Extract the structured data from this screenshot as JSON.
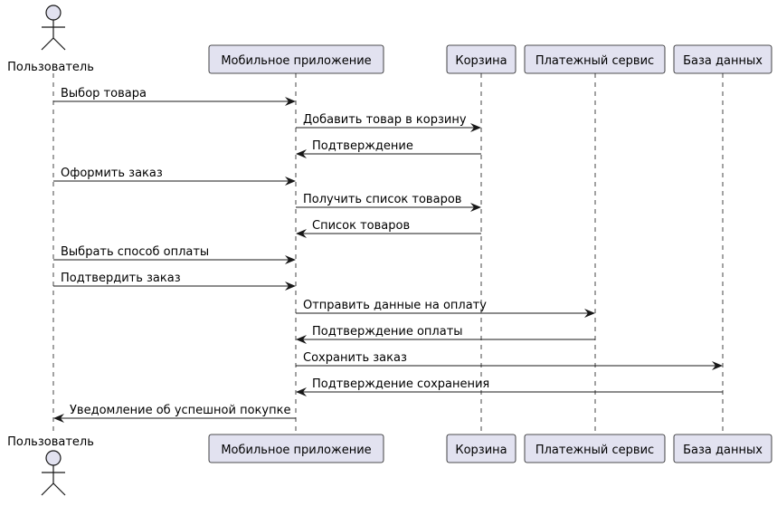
{
  "participants": [
    {
      "id": "user",
      "label": "Пользователь",
      "kind": "actor"
    },
    {
      "id": "app",
      "label": "Мобильное приложение",
      "kind": "box"
    },
    {
      "id": "cart",
      "label": "Корзина",
      "kind": "box"
    },
    {
      "id": "payment",
      "label": "Платежный сервис",
      "kind": "box"
    },
    {
      "id": "db",
      "label": "База данных",
      "kind": "box"
    }
  ],
  "messages": [
    {
      "from": "user",
      "to": "app",
      "label": "Выбор товара"
    },
    {
      "from": "app",
      "to": "cart",
      "label": "Добавить товар в корзину"
    },
    {
      "from": "cart",
      "to": "app",
      "label": "Подтверждение"
    },
    {
      "from": "user",
      "to": "app",
      "label": "Оформить заказ"
    },
    {
      "from": "app",
      "to": "cart",
      "label": "Получить список товаров"
    },
    {
      "from": "cart",
      "to": "app",
      "label": "Список товаров"
    },
    {
      "from": "user",
      "to": "app",
      "label": "Выбрать способ оплаты"
    },
    {
      "from": "user",
      "to": "app",
      "label": "Подтвердить заказ"
    },
    {
      "from": "app",
      "to": "payment",
      "label": "Отправить данные на оплату"
    },
    {
      "from": "payment",
      "to": "app",
      "label": "Подтверждение оплаты"
    },
    {
      "from": "app",
      "to": "db",
      "label": "Сохранить заказ"
    },
    {
      "from": "db",
      "to": "app",
      "label": "Подтверждение сохранения"
    },
    {
      "from": "app",
      "to": "user",
      "label": "Уведомление об успешной покупке"
    }
  ],
  "colors": {
    "participant_fill": "#e2e2f0",
    "participant_border": "#181818",
    "lifeline": "#181818",
    "arrow": "#181818"
  }
}
